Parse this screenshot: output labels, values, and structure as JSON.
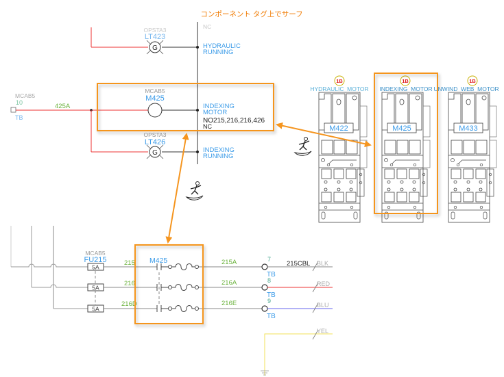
{
  "banner": {
    "text": "コンポーネント タグ上でサーフ",
    "color": "#f07a00"
  },
  "colors": {
    "highlight": "#f5951f",
    "tag_blue": "#3b9be8",
    "wire_green": "#6ab23c",
    "wire_red": "#ee3333",
    "wire_blue": "#6666ee",
    "wire_yellow": "#f0e25a",
    "grey_text": "#a0a0a0",
    "badge_red": "#e02020",
    "badge_ring": "#c8b000"
  },
  "top_schematic": {
    "nc_top": "NC",
    "pilot_light_1": {
      "ref": "OPSTA3",
      "tag": "LT423",
      "symbol": "G",
      "desc": [
        "HYDRAULIC",
        "RUNNING"
      ]
    },
    "terminal": {
      "ref": "MCAB5",
      "number": "10",
      "label": "TB"
    },
    "wire_label": "425A",
    "motor_coil": {
      "ref": "MCAB5",
      "tag": "M425",
      "desc": [
        "INDEXING",
        "MOTOR"
      ],
      "no_contacts": "NO215,216,216,426",
      "nc_contacts": "NC"
    },
    "pilot_light_2": {
      "ref": "OPSTA3",
      "tag": "LT426",
      "symbol": "G",
      "desc": [
        "INDEXING",
        "RUNNING"
      ]
    }
  },
  "panel_layout": {
    "starters": [
      {
        "badge": "1B",
        "title": "HYDRAULIC  MOTOR",
        "tag": "M422"
      },
      {
        "badge": "1B",
        "title": "INDEXING  MOTOR",
        "tag": "M425"
      },
      {
        "badge": "1B",
        "title": "UNWIND  WEB  MOTOR",
        "tag": "M433"
      }
    ]
  },
  "bottom_schematic": {
    "fuse": {
      "ref": "MCAB5",
      "tag": "FU215",
      "ratings": [
        "5A",
        "5A",
        "5A"
      ]
    },
    "wires_in": [
      "215",
      "216",
      "216D"
    ],
    "contact_tag": "M425",
    "wires_out": [
      "215A",
      "216A",
      "216E"
    ],
    "terminals": [
      {
        "number": "7",
        "label": "TB"
      },
      {
        "number": "8",
        "label": "TB"
      },
      {
        "number": "9",
        "label": "TB"
      }
    ],
    "cable": "215CBL",
    "conductors": [
      "BLK",
      "RED",
      "BLU",
      "YEL"
    ]
  }
}
